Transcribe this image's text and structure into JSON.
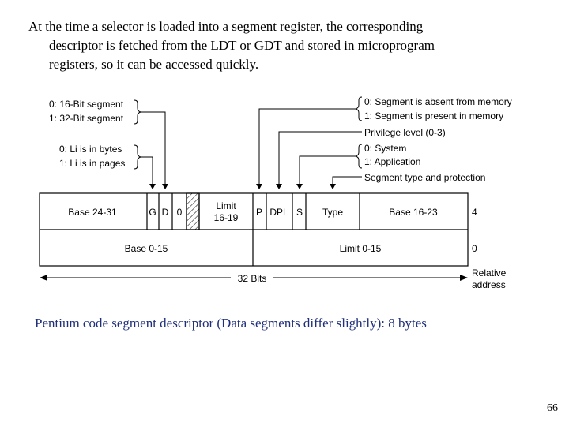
{
  "intro": {
    "line1": "At the time a selector is loaded into a segment register, the corresponding",
    "line2": "descriptor is fetched from the LDT or GDT and stored in microprogram",
    "line3": "registers, so it can be accessed quickly."
  },
  "left_labels": {
    "segment_0": "0: 16-Bit segment",
    "segment_1": "1: 32-Bit segment",
    "li_0": "0: Li is in bytes",
    "li_1": "1: Li is in pages"
  },
  "right_labels": {
    "presence_0": "0: Segment is absent from memory",
    "presence_1": "1: Segment is present in memory",
    "privilege": "Privilege level (0-3)",
    "system": "0: System",
    "application": "1: Application",
    "type_protection": "Segment type and protection"
  },
  "fields": {
    "base_24_31": "Base 24-31",
    "g": "G",
    "d": "D",
    "zero": "0",
    "limit_line1": "Limit",
    "limit_line2": "16-19",
    "p": "P",
    "dpl": "DPL",
    "s": "S",
    "type": "Type",
    "base_16_23": "Base 16-23",
    "base_0_15": "Base 0-15",
    "limit_0_15": "Limit 0-15"
  },
  "relative_address": {
    "row1": "4",
    "row2": "0",
    "label_line1": "Relative",
    "label_line2": "address"
  },
  "width_label": "32 Bits",
  "caption": "Pentium code segment descriptor (Data segments differ slightly): 8 bytes",
  "page_number": "66"
}
